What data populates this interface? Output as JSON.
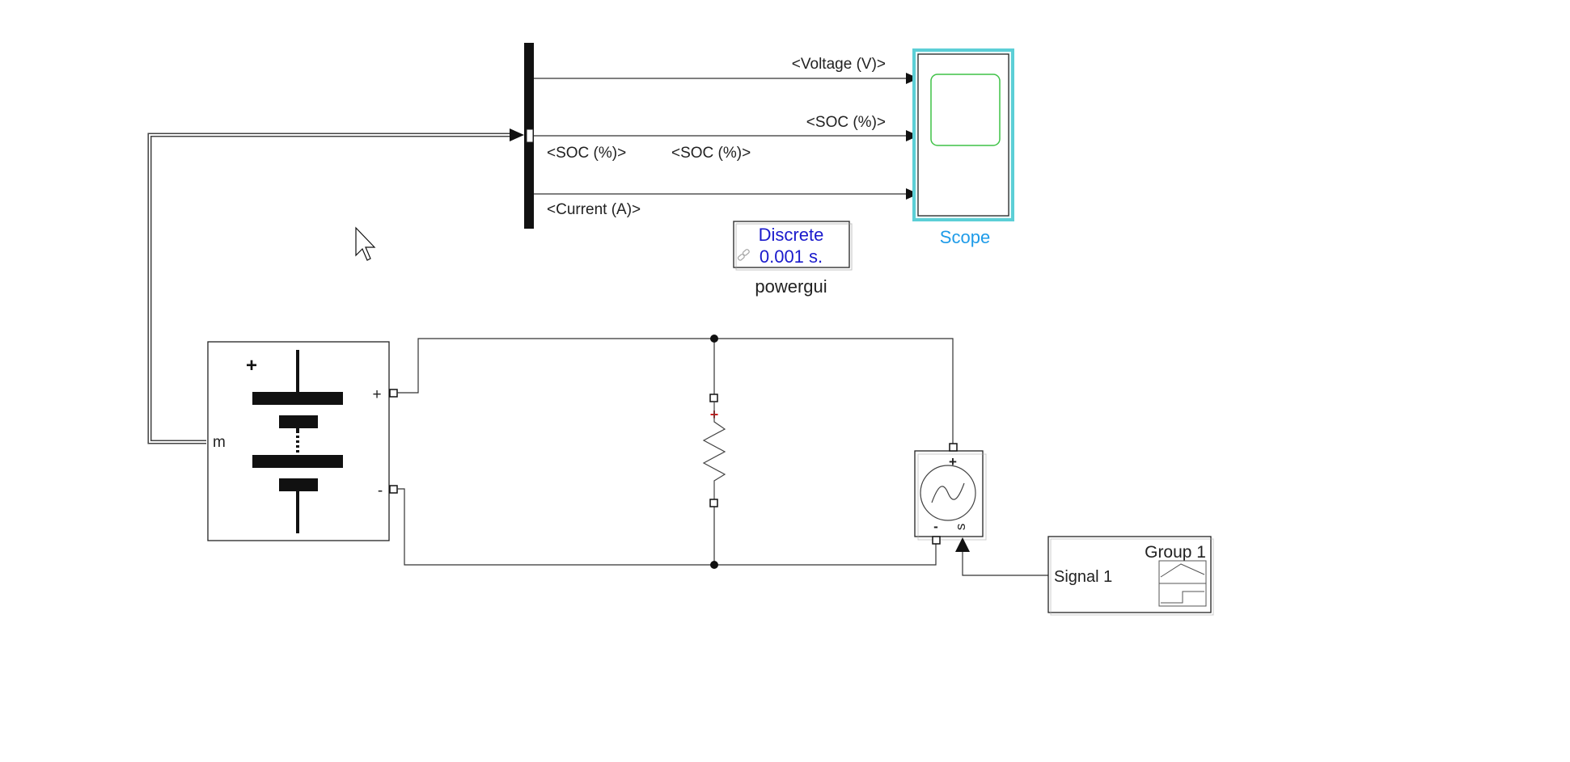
{
  "diagram": {
    "signal_labels": {
      "voltage_out": "<Voltage (V)>",
      "soc_out": "<SOC (%)>",
      "soc_left": "<SOC (%)>",
      "soc_mid": "<SOC (%)>",
      "current_out": "<Current (A)>"
    },
    "scope": {
      "name": "Scope"
    },
    "powergui": {
      "mode": "Discrete",
      "sample_time": "0.001 s.",
      "name": "powergui"
    },
    "battery": {
      "plus_symbol": "+",
      "port_m": "m",
      "port_plus": "+",
      "port_minus": "-"
    },
    "resistor": {
      "polarity": "+"
    },
    "source": {
      "port_plus": "+",
      "port_minus": "-",
      "port_s": "s"
    },
    "signal_builder": {
      "group": "Group 1",
      "signal": "Signal 1"
    }
  },
  "colors": {
    "scope_highlight": "#5ccfd6",
    "scope_name": "#1e9be8",
    "scope_screen": "#3fc247",
    "powergui_text": "#1a1acc",
    "resistor_polarity": "#d21f1f"
  }
}
